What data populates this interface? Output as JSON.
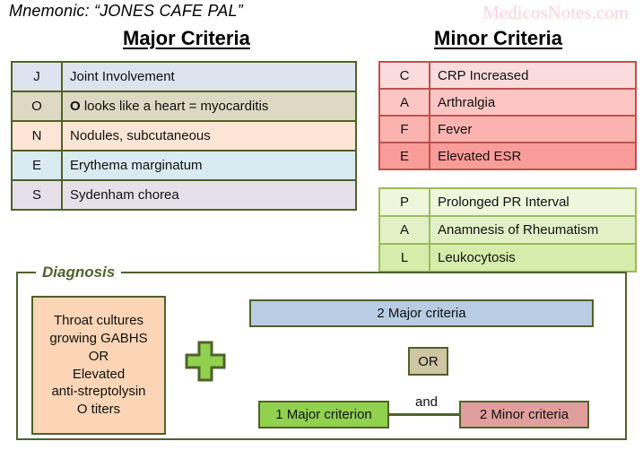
{
  "header": {
    "mnemonic": "Mnemonic: “JONES CAFE PAL”",
    "watermark": "MedicosNotes.com",
    "major_title": "Major Criteria",
    "minor_title": "Minor Criteria"
  },
  "major_criteria": {
    "title": "Major Criteria",
    "rows": [
      {
        "letter": "J",
        "desc": "Joint Involvement",
        "bold_prefix": "",
        "color": "#dce4f0"
      },
      {
        "letter": "O",
        "desc": " looks like a heart = myocarditis",
        "bold_prefix": "O",
        "color": "#ddd9c3"
      },
      {
        "letter": "N",
        "desc": "Nodules, subcutaneous",
        "bold_prefix": "",
        "color": "#fce5d4"
      },
      {
        "letter": "E",
        "desc": "Erythema marginatum",
        "bold_prefix": "",
        "color": "#daeaf1"
      },
      {
        "letter": "S",
        "desc": "Sydenham chorea",
        "bold_prefix": "",
        "color": "#e6e0eb"
      }
    ]
  },
  "minor_criteria": {
    "title": "Minor Criteria",
    "cafe_rows": [
      {
        "letter": "C",
        "desc": "CRP Increased",
        "color": "#fbdcdc"
      },
      {
        "letter": "A",
        "desc": "Arthralgia",
        "color": "#fbc6c4"
      },
      {
        "letter": "F",
        "desc": "Fever",
        "color": "#fbb3b0"
      },
      {
        "letter": "E",
        "desc": "Elevated ESR",
        "color": "#fa9d9a"
      }
    ],
    "pal_rows": [
      {
        "letter": "P",
        "desc": "Prolonged PR Interval",
        "color": "#eef7dc"
      },
      {
        "letter": "A",
        "desc": "Anamnesis of Rheumatism",
        "color": "#e2f0c6"
      },
      {
        "letter": "L",
        "desc": "Leukocytosis",
        "color": "#d6ecab"
      }
    ]
  },
  "diagnosis": {
    "legend": "Diagnosis",
    "evidence_box": "Throat cultures growing GABHS OR Elevated anti-streptolysin O titers",
    "evidence_lines": [
      "Throat cultures",
      "growing GABHS",
      "OR",
      "Elevated",
      "anti-streptolysin",
      "O titers"
    ],
    "plus_symbol": "+",
    "two_major": "2 Major criteria",
    "or_label": "OR",
    "one_major": "1 Major criterion",
    "and_label": "and",
    "two_minor": "2 Minor criteria"
  },
  "colors": {
    "border_olive": "#4f6228",
    "border_red": "#c0504d",
    "border_green": "#9bbb59",
    "plus_green": "#92d050",
    "blue_box": "#b8cce4",
    "khaki_box": "#cdc5a4",
    "peach_box": "#fbd5b5",
    "rose_box": "#e09f9c",
    "watermark_pink": "#fbd3da"
  }
}
